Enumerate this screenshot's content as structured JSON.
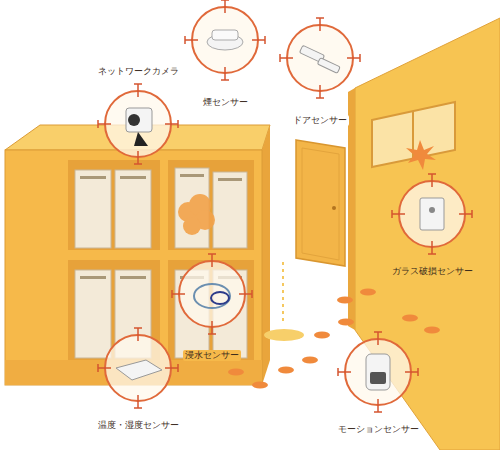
{
  "diagram": {
    "labels": [
      "ネットワークカメラ",
      "煙センサー",
      "ドアセンサー",
      "ガラス破損センサー",
      "浸水センサー",
      "温度・湿度センサー",
      "モーションセンサー"
    ]
  }
}
